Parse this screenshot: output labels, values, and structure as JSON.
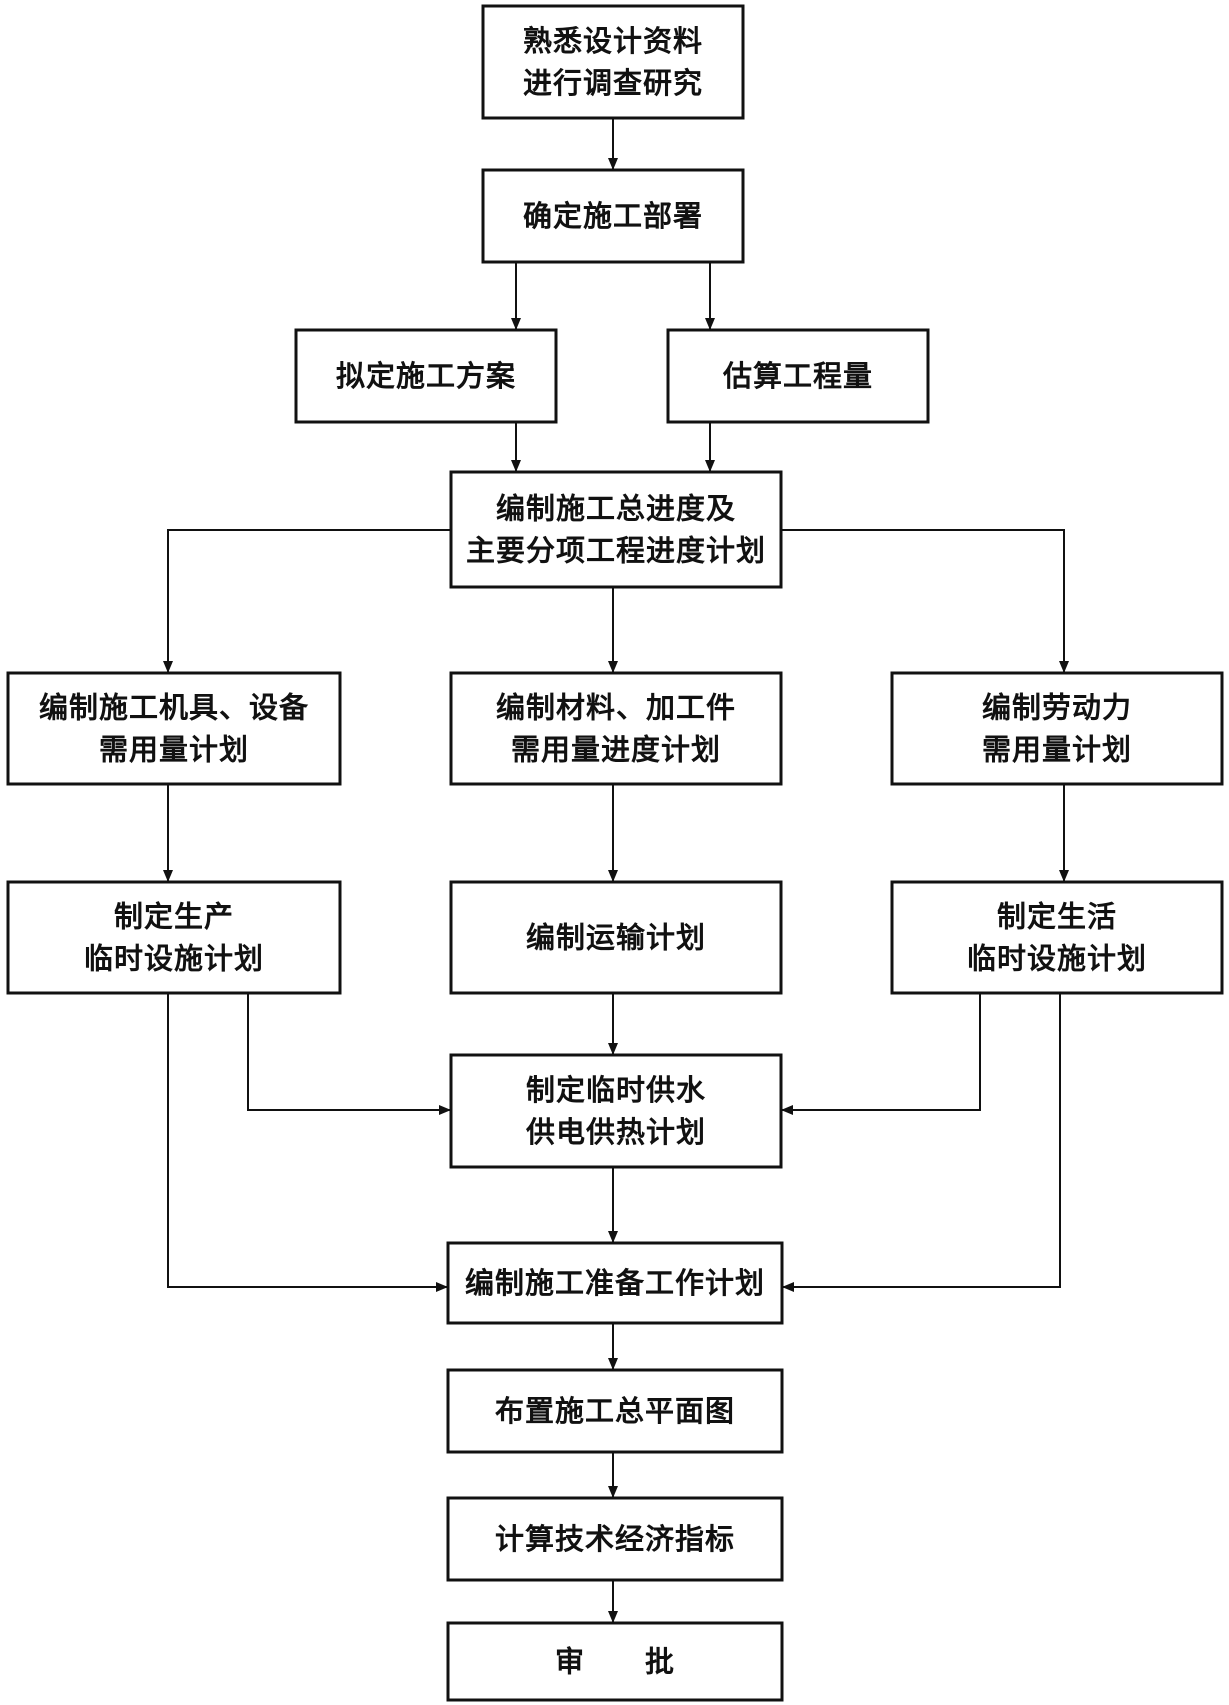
{
  "diagram": {
    "type": "flowchart",
    "line_color": "#111111",
    "background": "#ffffff",
    "nodes": [
      {
        "id": "n1",
        "lines": [
          "熟悉设计资料",
          "进行调查研究"
        ]
      },
      {
        "id": "n2",
        "lines": [
          "确定施工部署"
        ]
      },
      {
        "id": "n3",
        "lines": [
          "拟定施工方案"
        ]
      },
      {
        "id": "n4",
        "lines": [
          "估算工程量"
        ]
      },
      {
        "id": "n5",
        "lines": [
          "编制施工总进度及",
          "主要分项工程进度计划"
        ]
      },
      {
        "id": "n6",
        "lines": [
          "编制施工机具、设备",
          "需用量计划"
        ]
      },
      {
        "id": "n7",
        "lines": [
          "编制材料、加工件",
          "需用量进度计划"
        ]
      },
      {
        "id": "n8",
        "lines": [
          "编制劳动力",
          "需用量计划"
        ]
      },
      {
        "id": "n9",
        "lines": [
          "制定生产",
          "临时设施计划"
        ]
      },
      {
        "id": "n10",
        "lines": [
          "编制运输计划"
        ]
      },
      {
        "id": "n11",
        "lines": [
          "制定生活",
          "临时设施计划"
        ]
      },
      {
        "id": "n12",
        "lines": [
          "制定临时供水",
          "供电供热计划"
        ]
      },
      {
        "id": "n13",
        "lines": [
          "编制施工准备工作计划"
        ]
      },
      {
        "id": "n14",
        "lines": [
          "布置施工总平面图"
        ]
      },
      {
        "id": "n15",
        "lines": [
          "计算技术经济指标"
        ]
      },
      {
        "id": "n16",
        "lines": [
          "审　　批"
        ]
      }
    ],
    "edges": [
      {
        "from": "n1",
        "to": "n2"
      },
      {
        "from": "n2",
        "to": "n3"
      },
      {
        "from": "n2",
        "to": "n4"
      },
      {
        "from": "n3",
        "to": "n5"
      },
      {
        "from": "n4",
        "to": "n5"
      },
      {
        "from": "n5",
        "to": "n6"
      },
      {
        "from": "n5",
        "to": "n7"
      },
      {
        "from": "n5",
        "to": "n8"
      },
      {
        "from": "n6",
        "to": "n9"
      },
      {
        "from": "n7",
        "to": "n10"
      },
      {
        "from": "n8",
        "to": "n11"
      },
      {
        "from": "n9",
        "to": "n12"
      },
      {
        "from": "n10",
        "to": "n12"
      },
      {
        "from": "n11",
        "to": "n12"
      },
      {
        "from": "n9",
        "to": "n13"
      },
      {
        "from": "n12",
        "to": "n13"
      },
      {
        "from": "n11",
        "to": "n13"
      },
      {
        "from": "n13",
        "to": "n14"
      },
      {
        "from": "n14",
        "to": "n15"
      },
      {
        "from": "n15",
        "to": "n16"
      }
    ]
  }
}
